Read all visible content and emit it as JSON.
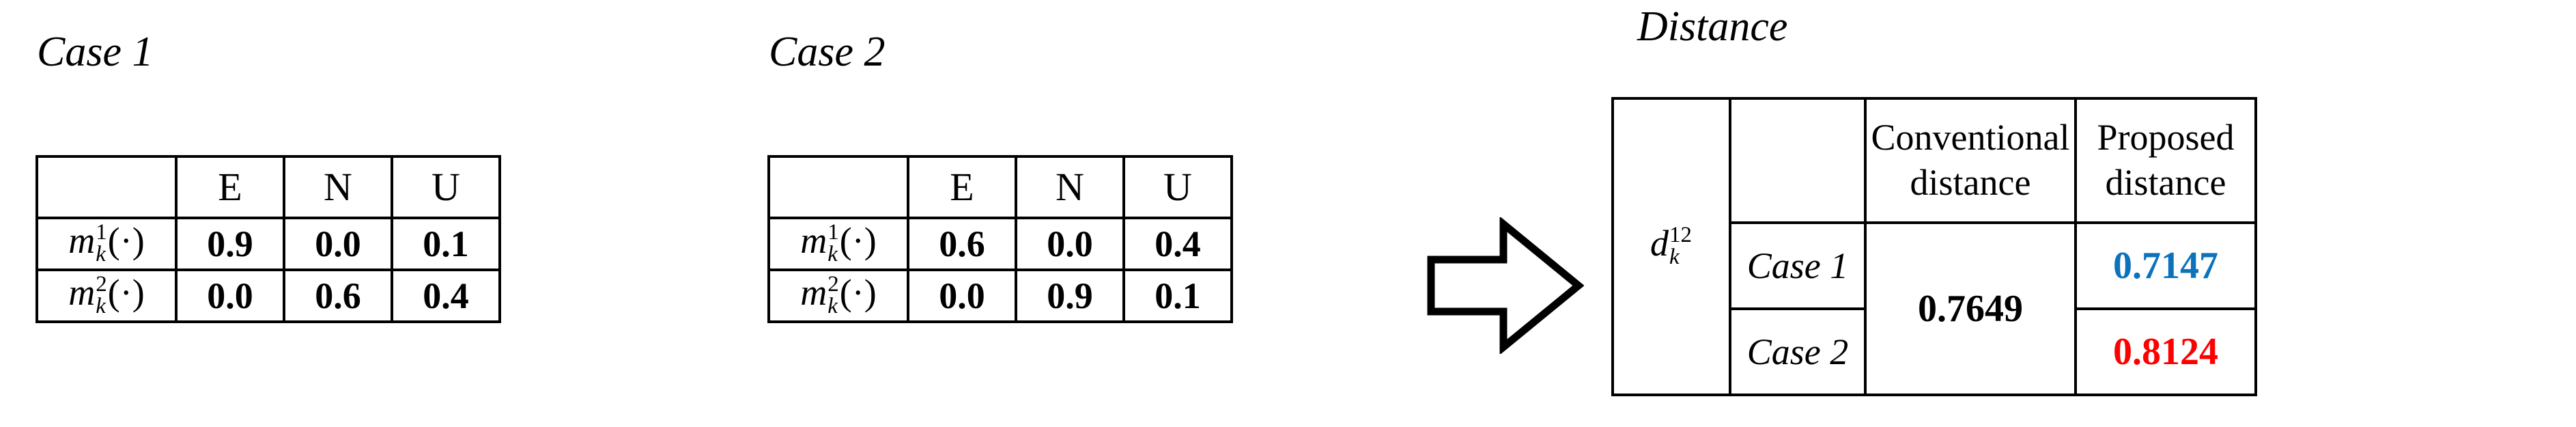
{
  "figure": {
    "background": "#ffffff",
    "accent_blue": "#0C72BC",
    "accent_red": "#FF0000",
    "arrow_icon": "right-block-arrow-icon"
  },
  "case1": {
    "caption": "Case 1",
    "columns": [
      "",
      "E",
      "N",
      "U"
    ],
    "rows": [
      {
        "label_base": "m",
        "label_sup": "1",
        "label_sub": "k",
        "label_tail": "(·)",
        "values": [
          "0.9",
          "0.0",
          "0.1"
        ]
      },
      {
        "label_base": "m",
        "label_sup": "2",
        "label_sub": "k",
        "label_tail": "(·)",
        "values": [
          "0.0",
          "0.6",
          "0.4"
        ]
      }
    ]
  },
  "case2": {
    "caption": "Case 2",
    "columns": [
      "",
      "E",
      "N",
      "U"
    ],
    "rows": [
      {
        "label_base": "m",
        "label_sup": "1",
        "label_sub": "k",
        "label_tail": "(·)",
        "values": [
          "0.6",
          "0.0",
          "0.4"
        ]
      },
      {
        "label_base": "m",
        "label_sup": "2",
        "label_sub": "k",
        "label_tail": "(·)",
        "values": [
          "0.0",
          "0.9",
          "0.1"
        ]
      }
    ]
  },
  "distance": {
    "caption": "Distance",
    "row_symbol": {
      "base": "d",
      "sup": "12",
      "sub": "k"
    },
    "headers": {
      "blank": "",
      "conventional_line1": "Conventional",
      "conventional_line2": "distance",
      "proposed_line1": "Proposed",
      "proposed_line2": "distance"
    },
    "rows": [
      {
        "case": "Case 1",
        "proposed": "0.7147",
        "proposed_color": "#0C72BC"
      },
      {
        "case": "Case 2",
        "proposed": "0.8124",
        "proposed_color": "#FF0000"
      }
    ],
    "conventional_value": "0.7649"
  }
}
